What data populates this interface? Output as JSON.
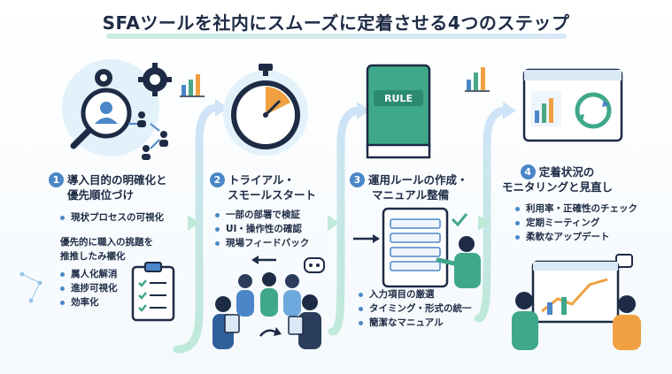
{
  "title": "SFAツールを社内にスムーズに定着させる4つのステップ",
  "steps": [
    {
      "number": "1",
      "title_lines": [
        "導入目的の明確化と",
        "優先順位づけ"
      ],
      "bullets": [
        "現状プロセスの可視化"
      ],
      "subheading_lines": [
        "優先的に職入の挑題を",
        "推推したみ襯化"
      ],
      "sub_bullets": [
        "属人化解消",
        "進捗可視化",
        "効率化"
      ]
    },
    {
      "number": "2",
      "title_lines": [
        "トライアル・",
        "スモールスタート"
      ],
      "bullets": [
        "一部の部署で検証",
        "UI・操作性の確認",
        "現場フィードバック"
      ]
    },
    {
      "number": "3",
      "title_lines": [
        "運用ルールの作成・",
        "マニュアル整備"
      ],
      "book_label": "RULE",
      "bullets": [
        "入力項目の厳選",
        "タイミング・形式の統一",
        "簡潔なマニュアル"
      ]
    },
    {
      "number": "4",
      "title_lines": [
        "定着状況の",
        "モニタリングと見直し"
      ],
      "bullets": [
        "利用率・正確性のチェック",
        "定期ミーティング",
        "柔軟なアップデート"
      ]
    }
  ],
  "colors": {
    "accent_blue": "#4a86c8",
    "flow_green": "#9ed9c4",
    "dark_navy": "#1d2b45",
    "orange": "#f0a040",
    "green_book": "#3fa88a"
  }
}
